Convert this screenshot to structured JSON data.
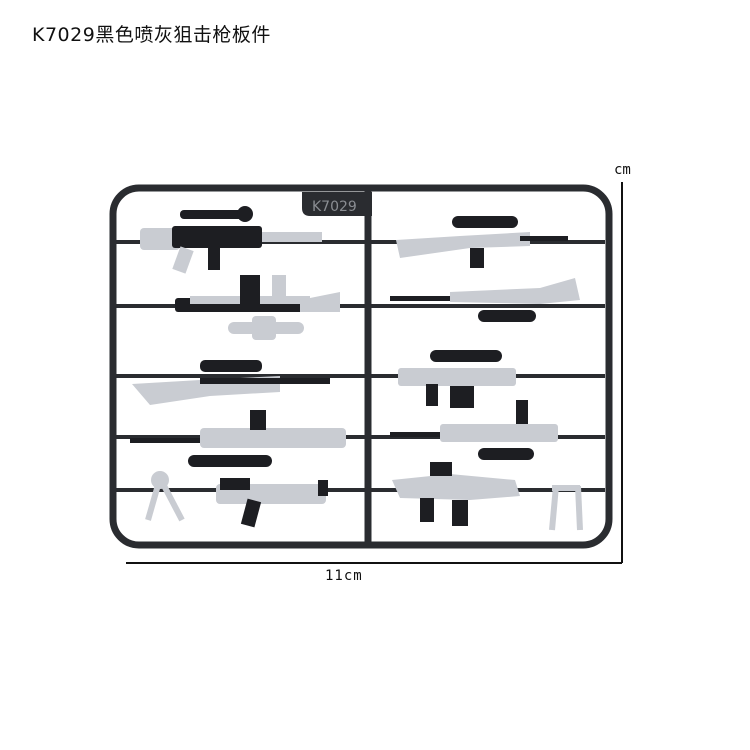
{
  "title": "K7029黑色喷灰狙击枪板件",
  "sprue_code": "K7029",
  "dimensions": {
    "width_label": "11cm",
    "height_label": "cm"
  },
  "colors": {
    "frame": "#2a2c30",
    "weapon_light": "#c9ccd2",
    "weapon_dark": "#1d1e22",
    "dimension_line": "#111111"
  },
  "parts": [
    {
      "name": "scoped-assault-rifle-part"
    },
    {
      "name": "bolt-action-sniper-part"
    },
    {
      "name": "bullpup-sniper-part"
    },
    {
      "name": "precision-rifle-part"
    },
    {
      "name": "hunting-rifle-part"
    },
    {
      "name": "battle-rifle-part"
    },
    {
      "name": "designated-marksman-rifle-part"
    },
    {
      "name": "light-grey-rifle-part"
    },
    {
      "name": "compact-carbine-part"
    },
    {
      "name": "bullpup-assault-rifle-part"
    },
    {
      "name": "bipod-part"
    },
    {
      "name": "small-bipod-part"
    }
  ]
}
